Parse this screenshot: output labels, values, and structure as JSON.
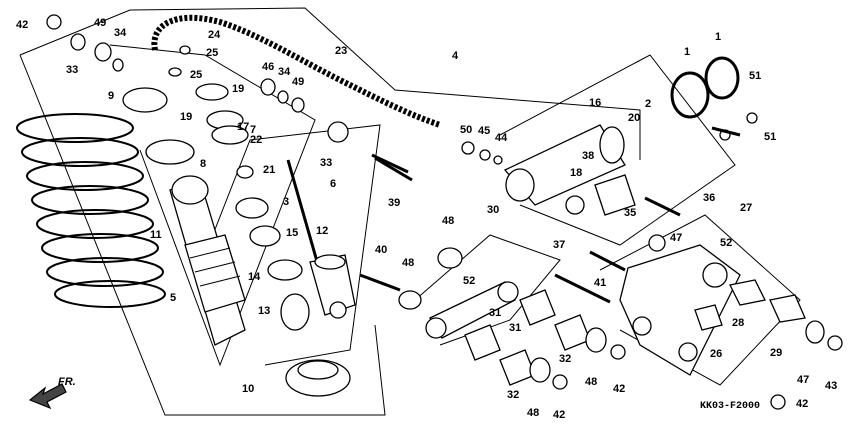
{
  "diagram": {
    "code": "KK03-F2000",
    "direction": "FR.",
    "callouts": [
      "42",
      "49",
      "34",
      "24",
      "25",
      "25",
      "33",
      "9",
      "19",
      "19",
      "17",
      "7",
      "22",
      "21",
      "8",
      "3",
      "15",
      "14",
      "13",
      "11",
      "12",
      "5",
      "10",
      "46",
      "34",
      "49",
      "23",
      "4",
      "33",
      "6",
      "39",
      "1",
      "1",
      "51",
      "51",
      "16",
      "20",
      "2",
      "50",
      "45",
      "44",
      "38",
      "18",
      "35",
      "36",
      "30",
      "48",
      "52",
      "31",
      "31",
      "40",
      "48",
      "37",
      "41",
      "47",
      "52",
      "27",
      "32",
      "48",
      "42",
      "32",
      "48",
      "42",
      "28",
      "29",
      "26",
      "47",
      "43",
      "42"
    ]
  }
}
